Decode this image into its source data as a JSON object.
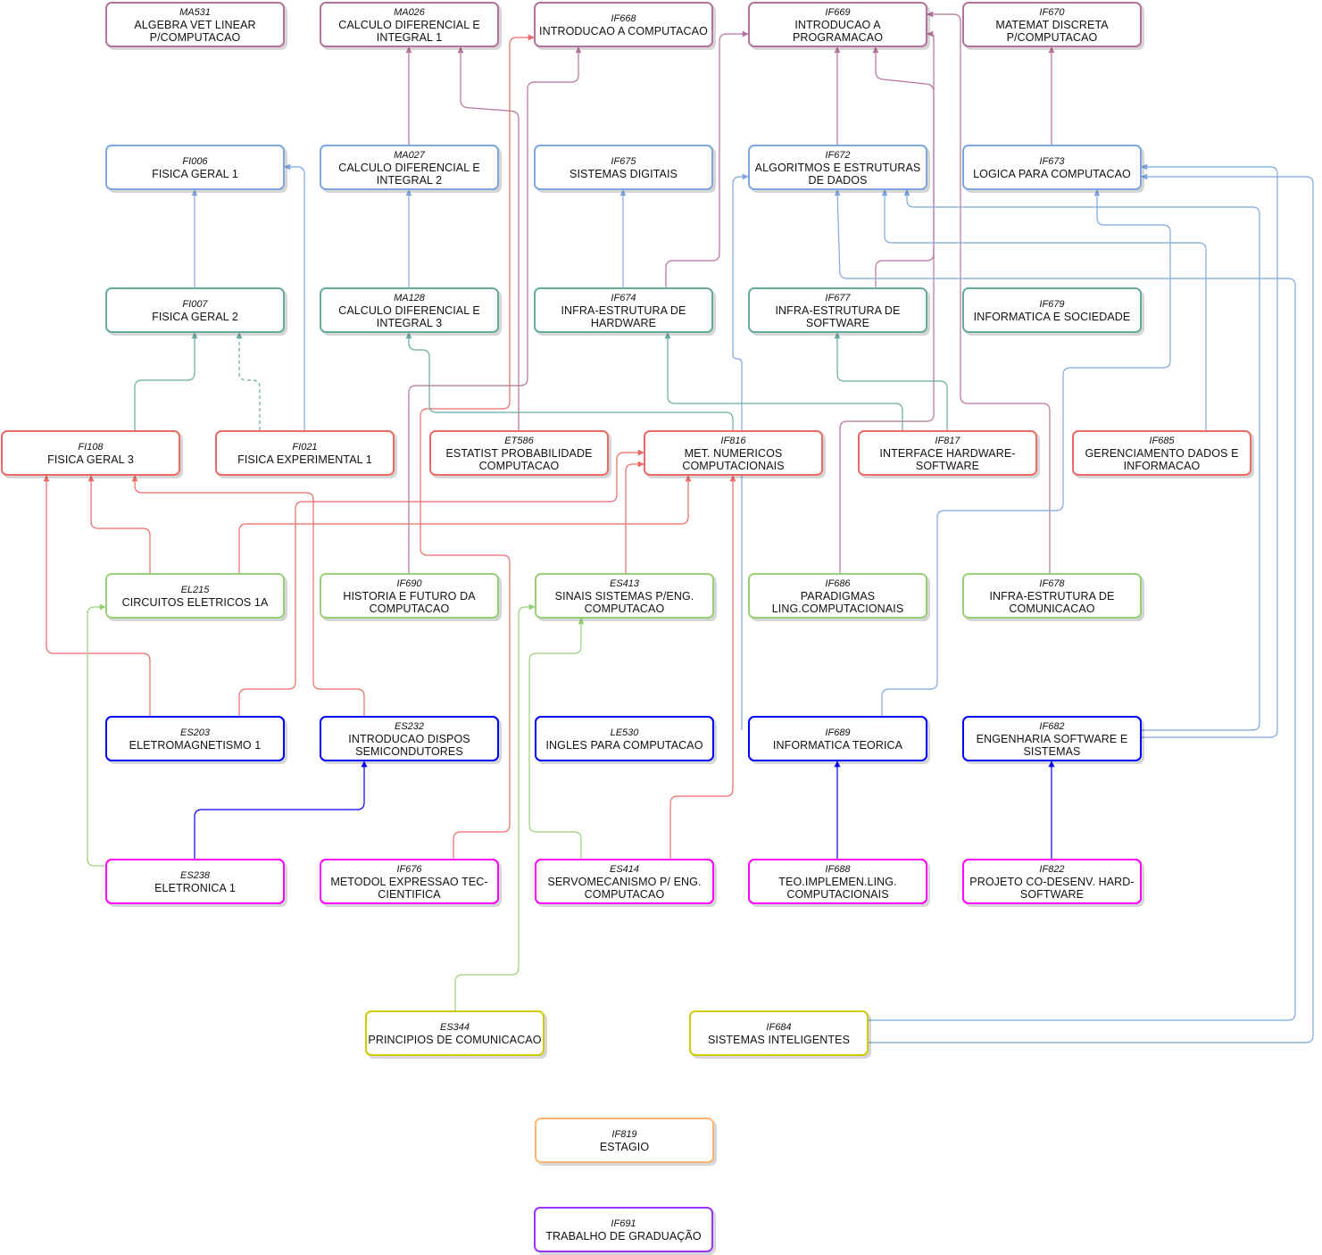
{
  "colors": {
    "magenta": "#B5739D",
    "blue": "#7EA6E0",
    "teal": "#67AB9F",
    "red": "#EA6B66",
    "green": "#97D077",
    "navy": "#0000FF",
    "pink": "#FF00FF",
    "yellow": "#CCCC00",
    "orange": "#FFB570",
    "purple": "#9933FF"
  },
  "nodes": {
    "ma531": {
      "code": "MA531",
      "name": "ALGEBRA VET LINEAR P/COMPUTACAO",
      "color": "magenta"
    },
    "ma026": {
      "code": "MA026",
      "name": "CALCULO DIFERENCIAL E INTEGRAL 1",
      "color": "magenta"
    },
    "if668": {
      "code": "IF668",
      "name": "INTRODUCAO A COMPUTACAO",
      "color": "magenta"
    },
    "if669": {
      "code": "IF669",
      "name": "INTRODUCAO A PROGRAMACAO",
      "color": "magenta"
    },
    "if670": {
      "code": "IF670",
      "name": "MATEMAT DISCRETA P/COMPUTACAO",
      "color": "magenta"
    },
    "fi006": {
      "code": "FI006",
      "name": "FISICA GERAL 1",
      "color": "blue"
    },
    "ma027": {
      "code": "MA027",
      "name": "CALCULO DIFERENCIAL E INTEGRAL 2",
      "color": "blue"
    },
    "if675": {
      "code": "IF675",
      "name": "SISTEMAS DIGITAIS",
      "color": "blue"
    },
    "if672": {
      "code": "IF672",
      "name": "ALGORITMOS E ESTRUTURAS DE DADOS",
      "color": "blue"
    },
    "if673": {
      "code": "IF673",
      "name": "LOGICA PARA COMPUTACAO",
      "color": "blue"
    },
    "fi007": {
      "code": "FI007",
      "name": "FISICA GERAL 2",
      "color": "teal"
    },
    "ma128": {
      "code": "MA128",
      "name": "CALCULO DIFERENCIAL E INTEGRAL 3",
      "color": "teal"
    },
    "if674": {
      "code": "IF674",
      "name": "INFRA-ESTRUTURA DE HARDWARE",
      "color": "teal"
    },
    "if677": {
      "code": "IF677",
      "name": "INFRA-ESTRUTURA DE SOFTWARE",
      "color": "teal"
    },
    "if679": {
      "code": "IF679",
      "name": "INFORMATICA E SOCIEDADE",
      "color": "teal"
    },
    "fi108": {
      "code": "FI108",
      "name": "FISICA GERAL 3",
      "color": "red"
    },
    "fi021": {
      "code": "FI021",
      "name": "FISICA EXPERIMENTAL 1",
      "color": "red"
    },
    "et586": {
      "code": "ET586",
      "name": "ESTATIST PROBABILIDADE COMPUTACAO",
      "color": "red"
    },
    "if816": {
      "code": "IF816",
      "name": "MET. NUMERICOS COMPUTACIONAIS",
      "color": "red"
    },
    "if817": {
      "code": "IF817",
      "name": "INTERFACE HARDWARE-SOFTWARE",
      "color": "red"
    },
    "if685": {
      "code": "IF685",
      "name": "GERENCIAMENTO DADOS E INFORMACAO",
      "color": "red"
    },
    "el215": {
      "code": "EL215",
      "name": "CIRCUITOS ELETRICOS 1A",
      "color": "green"
    },
    "if690": {
      "code": "IF690",
      "name": "HISTORIA E FUTURO DA COMPUTACAO",
      "color": "green"
    },
    "es413": {
      "code": "ES413",
      "name": "SINAIS SISTEMAS P/ENG. COMPUTACAO",
      "color": "green"
    },
    "if686": {
      "code": "IF686",
      "name": "PARADIGMAS LING.COMPUTACIONAIS",
      "color": "green"
    },
    "if678": {
      "code": "IF678",
      "name": "INFRA-ESTRUTURA DE COMUNICACAO",
      "color": "green"
    },
    "es203": {
      "code": "ES203",
      "name": "ELETROMAGNETISMO 1",
      "color": "navy"
    },
    "es232": {
      "code": "ES232",
      "name": "INTRODUCAO DISPOS SEMICONDUTORES",
      "color": "navy"
    },
    "le530": {
      "code": "LE530",
      "name": "INGLES PARA COMPUTACAO",
      "color": "navy"
    },
    "if689": {
      "code": "IF689",
      "name": "INFORMATICA TEORICA",
      "color": "navy"
    },
    "if682": {
      "code": "IF682",
      "name": "ENGENHARIA SOFTWARE E SISTEMAS",
      "color": "navy"
    },
    "es238": {
      "code": "ES238",
      "name": "ELETRONICA 1",
      "color": "pink"
    },
    "if676": {
      "code": "IF676",
      "name": "METODOL EXPRESSAO TEC-CIENTIFICA",
      "color": "pink"
    },
    "es414": {
      "code": "ES414",
      "name": "SERVOMECANISMO P/ ENG. COMPUTACAO",
      "color": "pink"
    },
    "if688": {
      "code": "IF688",
      "name": "TEO.IMPLEMEN.LING. COMPUTACIONAIS",
      "color": "pink"
    },
    "if822": {
      "code": "IF822",
      "name": "PROJETO CO-DESENV. HARD-SOFTWARE",
      "color": "pink"
    },
    "es344": {
      "code": "ES344",
      "name": "PRINCIPIOS DE COMUNICACAO",
      "color": "yellow"
    },
    "if684": {
      "code": "IF684",
      "name": "SISTEMAS INTELIGENTES",
      "color": "yellow"
    },
    "if819": {
      "code": "IF819",
      "name": "ESTAGIO",
      "color": "orange"
    },
    "if691": {
      "code": "IF691",
      "name": "TRABALHO DE GRADUAÇÃO",
      "color": "purple"
    }
  },
  "edges": [
    {
      "from": "ma027",
      "to": "ma026",
      "color": "magenta"
    },
    {
      "from": "if672",
      "to": "if669",
      "color": "magenta"
    },
    {
      "from": "if673",
      "to": "if670",
      "color": "magenta"
    },
    {
      "from": "et586",
      "to": "ma026",
      "color": "magenta"
    },
    {
      "from": "if690",
      "to": "if668",
      "color": "magenta"
    },
    {
      "from": "if676",
      "to": "if668",
      "color": "red"
    },
    {
      "from": "if677",
      "to": "if669",
      "color": "magenta"
    },
    {
      "from": "if686",
      "to": "if669",
      "color": "magenta"
    },
    {
      "from": "if678",
      "to": "if669",
      "color": "magenta"
    },
    {
      "from": "if674",
      "to": "if669",
      "color": "magenta"
    },
    {
      "from": "fi007",
      "to": "fi006",
      "color": "blue"
    },
    {
      "from": "fi021",
      "to": "fi006",
      "color": "blue"
    },
    {
      "from": "ma128",
      "to": "ma027",
      "color": "blue"
    },
    {
      "from": "if674",
      "to": "if675",
      "color": "blue"
    },
    {
      "from": "if689",
      "to": "if672",
      "color": "blue"
    },
    {
      "from": "if685",
      "to": "if672",
      "color": "blue"
    },
    {
      "from": "if682",
      "to": "if672",
      "color": "blue"
    },
    {
      "from": "if684",
      "to": "if673",
      "color": "blue"
    },
    {
      "from": "if682",
      "to": "if673",
      "color": "blue"
    },
    {
      "from": "if689",
      "to": "if673",
      "color": "blue"
    },
    {
      "from": "if684",
      "to": "if672",
      "color": "blue"
    },
    {
      "from": "fi108",
      "to": "fi007",
      "color": "teal"
    },
    {
      "from": "fi021",
      "to": "fi007",
      "color": "teal",
      "dashed": true
    },
    {
      "from": "if816",
      "to": "ma128",
      "color": "teal"
    },
    {
      "from": "if817",
      "to": "if674",
      "color": "teal"
    },
    {
      "from": "if817",
      "to": "if677",
      "color": "teal"
    },
    {
      "from": "el215",
      "to": "fi108",
      "color": "red"
    },
    {
      "from": "es203",
      "to": "fi108",
      "color": "red"
    },
    {
      "from": "es232",
      "to": "fi108",
      "color": "red"
    },
    {
      "from": "el215",
      "to": "if816",
      "color": "red"
    },
    {
      "from": "es203",
      "to": "if816",
      "color": "red"
    },
    {
      "from": "es413",
      "to": "if816",
      "color": "red"
    },
    {
      "from": "es414",
      "to": "if816",
      "color": "red"
    },
    {
      "from": "es238",
      "to": "el215",
      "color": "green"
    },
    {
      "from": "es414",
      "to": "es413",
      "color": "green"
    },
    {
      "from": "es344",
      "to": "es413",
      "color": "green"
    },
    {
      "from": "es238",
      "to": "es232",
      "color": "navy"
    },
    {
      "from": "if688",
      "to": "if689",
      "color": "navy"
    },
    {
      "from": "if822",
      "to": "if682",
      "color": "navy"
    }
  ]
}
